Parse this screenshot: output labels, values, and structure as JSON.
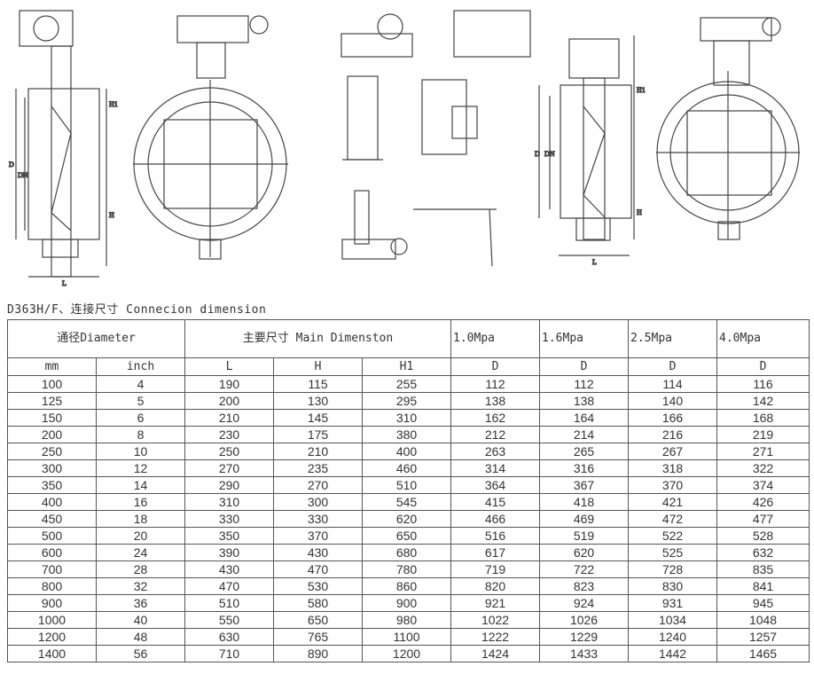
{
  "drawing_labels": {
    "D": "D",
    "DN": "DN",
    "L": "L",
    "H": "H",
    "H1": "H1"
  },
  "caption": "D363H/F、连接尺寸  Connecion dimension",
  "table": {
    "group_headers": {
      "diameter": "通径Diameter",
      "main": "主要尺寸  Main Dimenston",
      "p10": "1.0Mpa",
      "p16": "1.6Mpa",
      "p25": "2.5Mpa",
      "p40": "4.0Mpa"
    },
    "sub_headers": [
      "mm",
      "inch",
      "L",
      "H",
      "H1",
      "D",
      "D",
      "D",
      "D"
    ],
    "rows": [
      [
        "100",
        "4",
        "190",
        "115",
        "255",
        "112",
        "112",
        "114",
        "116"
      ],
      [
        "125",
        "5",
        "200",
        "130",
        "295",
        "138",
        "138",
        "140",
        "142"
      ],
      [
        "150",
        "6",
        "210",
        "145",
        "310",
        "162",
        "164",
        "166",
        "168"
      ],
      [
        "200",
        "8",
        "230",
        "175",
        "380",
        "212",
        "214",
        "216",
        "219"
      ],
      [
        "250",
        "10",
        "250",
        "210",
        "400",
        "263",
        "265",
        "267",
        "271"
      ],
      [
        "300",
        "12",
        "270",
        "235",
        "460",
        "314",
        "316",
        "318",
        "322"
      ],
      [
        "350",
        "14",
        "290",
        "270",
        "510",
        "364",
        "367",
        "370",
        "374"
      ],
      [
        "400",
        "16",
        "310",
        "300",
        "545",
        "415",
        "418",
        "421",
        "426"
      ],
      [
        "450",
        "18",
        "330",
        "330",
        "620",
        "466",
        "469",
        "472",
        "477"
      ],
      [
        "500",
        "20",
        "350",
        "370",
        "650",
        "516",
        "519",
        "522",
        "528"
      ],
      [
        "600",
        "24",
        "390",
        "430",
        "680",
        "617",
        "620",
        "525",
        "632"
      ],
      [
        "700",
        "28",
        "430",
        "470",
        "780",
        "719",
        "722",
        "728",
        "835"
      ],
      [
        "800",
        "32",
        "470",
        "530",
        "860",
        "820",
        "823",
        "830",
        "841"
      ],
      [
        "900",
        "36",
        "510",
        "580",
        "900",
        "921",
        "924",
        "931",
        "945"
      ],
      [
        "1000",
        "40",
        "550",
        "650",
        "980",
        "1022",
        "1026",
        "1034",
        "1048"
      ],
      [
        "1200",
        "48",
        "630",
        "765",
        "1100",
        "1222",
        "1229",
        "1240",
        "1257"
      ],
      [
        "1400",
        "56",
        "710",
        "890",
        "1200",
        "1424",
        "1433",
        "1442",
        "1465"
      ]
    ]
  }
}
